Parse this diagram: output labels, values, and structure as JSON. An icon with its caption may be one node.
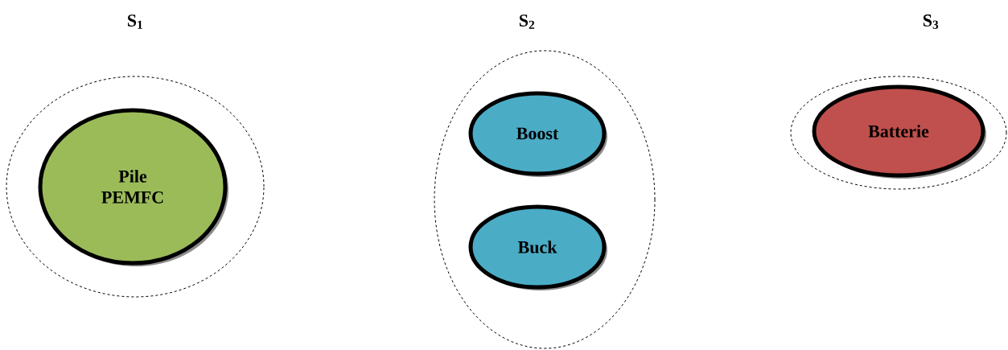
{
  "diagram": {
    "nodes": [
      {
        "text": [
          "S$_{1}$"
        ]
      },
      {
        "text": [
          "Pile PEMFC"
        ],
        "in": 0
      },
      {
        "text": [
          "S$_{2}$"
        ]
      },
      {
        "text": [
          "Boost"
        ],
        "in": 2
      },
      {
        "text": [
          "Buck"
        ],
        "in": 2
      },
      {
        "text": [
          "S$_{3}$"
        ]
      },
      {
        "text": [
          "Batterie"
        ],
        "in": 5
      }
    ]
  }
}
